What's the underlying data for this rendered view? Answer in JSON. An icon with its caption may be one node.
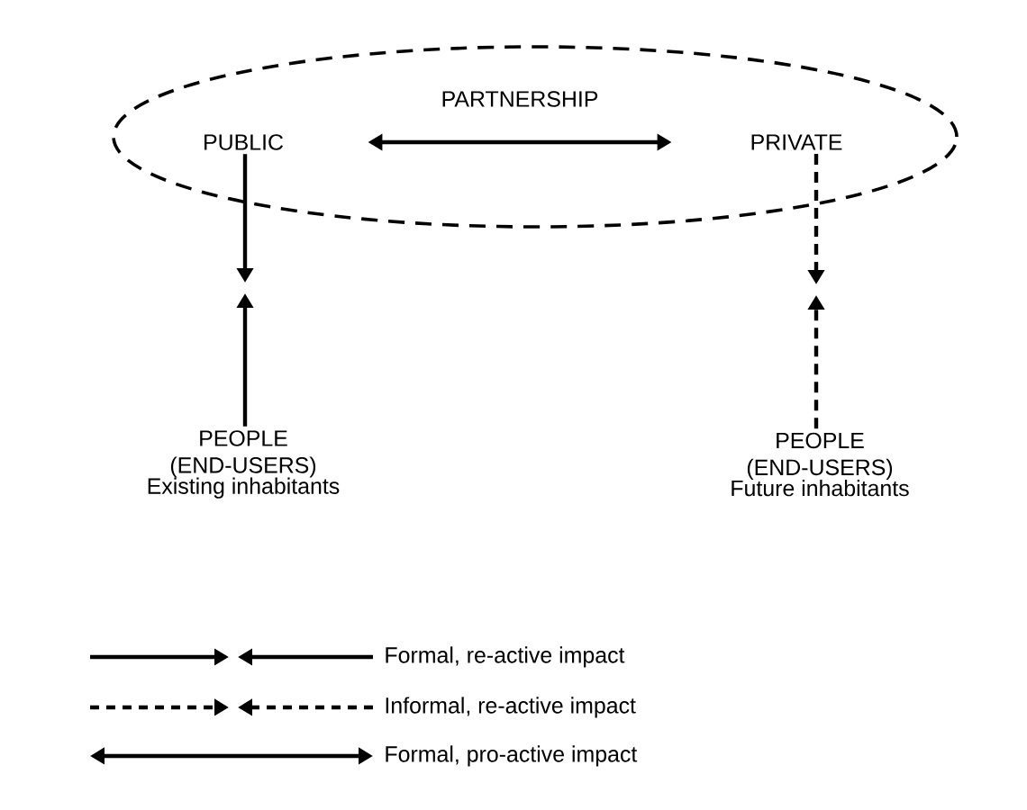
{
  "diagram": {
    "nodes": [
      {
        "text": [],
        "shape": "ellipse"
      },
      {
        "text": [
          "PUBLIC"
        ],
        "in": 0
      },
      {
        "text": [
          "PRIVATE"
        ],
        "in": 0
      },
      {
        "text": [
          "PEOPLE (END-USERS)",
          "Existing inhabitants"
        ]
      },
      {
        "text": [
          "PEOPLE (END-USERS)",
          "Future inhabitants"
        ]
      }
    ],
    "edges": [
      {
        "from": 1,
        "to": 2,
        "arrow": "both",
        "label": "PARTNERSHIP"
      },
      {
        "from": 1,
        "to": null,
        "arrow": "to"
      },
      {
        "from": 3,
        "to": null,
        "arrow": "to"
      },
      {
        "from": 2,
        "to": null,
        "arrow": "to",
        "style": "dashed"
      },
      {
        "from": 4,
        "to": null,
        "arrow": "to",
        "style": "dashed"
      }
    ],
    "legend": [
      {
        "text": "Formal, re-active impact"
      },
      {
        "text": "Informal, re-active impact"
      },
      {
        "text": "Formal, pro-active impact"
      }
    ]
  }
}
